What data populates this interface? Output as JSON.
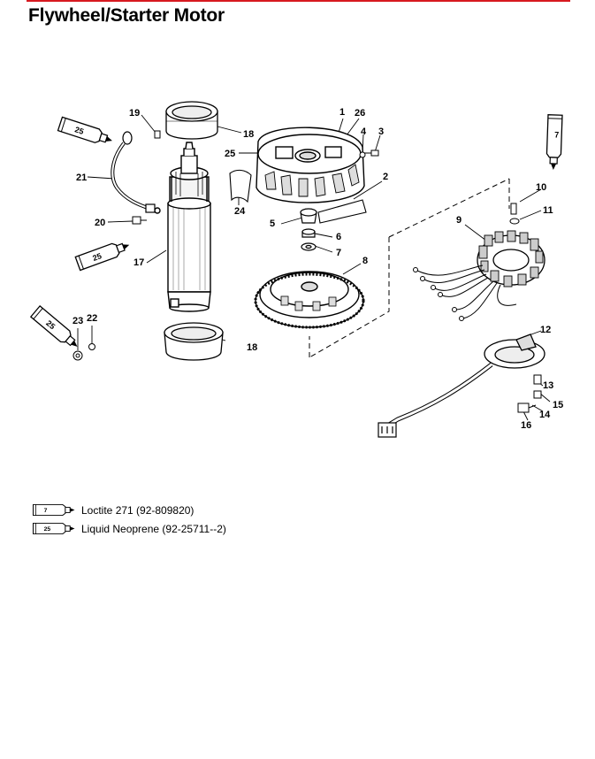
{
  "page": {
    "title": "Flywheel/Starter Motor"
  },
  "callouts": {
    "c1": "1",
    "c2": "2",
    "c3": "3",
    "c4": "4",
    "c5": "5",
    "c6": "6",
    "c7": "7",
    "c8": "8",
    "c9": "9",
    "c10": "10",
    "c11": "11",
    "c12": "12",
    "c13": "13",
    "c14": "14",
    "c15": "15",
    "c16": "16",
    "c17": "17",
    "c18a": "18",
    "c18b": "18",
    "c19": "19",
    "c20": "20",
    "c21": "21",
    "c22": "22",
    "c23": "23",
    "c24": "24",
    "c25": "25",
    "c26": "26"
  },
  "tubes": {
    "t1": "25",
    "t2": "25",
    "t3": "25",
    "t4": "7"
  },
  "legend": [
    {
      "code": "7",
      "text": "Loctite 271 (92-809820)"
    },
    {
      "code": "25",
      "text": "Liquid Neoprene (92-25711--2)"
    }
  ]
}
